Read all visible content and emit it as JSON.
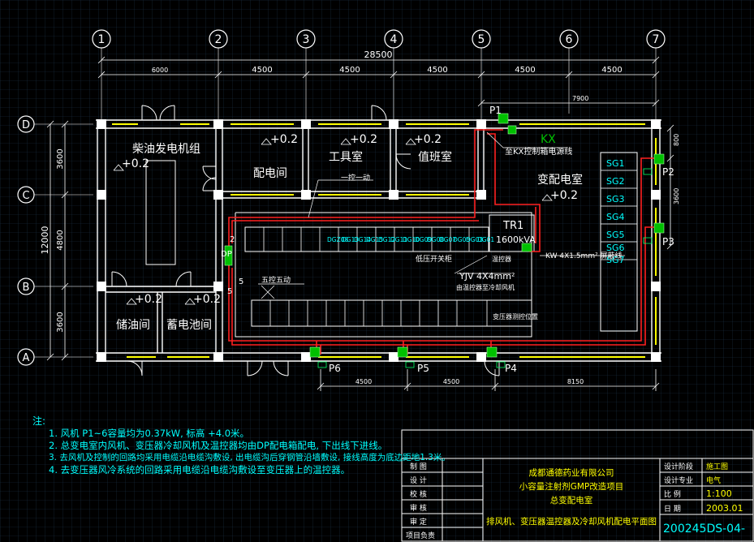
{
  "axes": {
    "columns": [
      "1",
      "2",
      "3",
      "4",
      "5",
      "6",
      "7"
    ],
    "rows": [
      "D",
      "C",
      "B",
      "A"
    ]
  },
  "dims": {
    "total_width": "28500",
    "spans": [
      "6000",
      "4500",
      "4500",
      "4500",
      "4500",
      "4500"
    ],
    "total_height": "12000",
    "row_spans": [
      "3600",
      "4800",
      "3600"
    ],
    "bottom_spans": [
      "4500",
      "4500",
      "8150"
    ],
    "top_right": "7900",
    "right_a": "800",
    "right_b": "3600"
  },
  "rooms": {
    "diesel": "柴油发电机组",
    "distribution": "配电间",
    "tools": "工具室",
    "duty": "值班室",
    "substation": "变配电室",
    "oil_storage": "储油间",
    "battery": "蓄电池间"
  },
  "levels": {
    "l1": "+0.2",
    "l2": "+0.2",
    "l3": "+0.2",
    "l4": "+0.2",
    "l5": "+0.2",
    "l6": "+0.2",
    "l7": "+0.2"
  },
  "labels": {
    "p1": "P1",
    "p2": "P2",
    "p3": "P3",
    "p4": "P4",
    "p5": "P5",
    "p6": "P6",
    "kx": "KX",
    "kx_cable": "至KX控制箱电源线",
    "dp": "DP",
    "yikong": "一控一动",
    "wukong": "五控五动",
    "tr1": "TR1",
    "tr1_cap": "1600kVA",
    "kw_cable": "KW 4X1.5mm² 屏蔽线",
    "temp_ctrl": "温控器",
    "yjv": "YJV 4X4mm²",
    "yjv_note": "由温控器至冷却风机",
    "lv_cabinet": "低压开关柜",
    "tr_monitor": "变压器测控位置",
    "num2": "2",
    "num5a": "5",
    "num5b": "5"
  },
  "switchgear": {
    "dg": [
      "DGZ08",
      "DG13",
      "DG14",
      "DG15",
      "DG12",
      "DG11",
      "DG10",
      "DG09",
      "DG08",
      "DG07",
      "DG05",
      "DG03",
      "DG01"
    ],
    "sg": [
      "SG1",
      "SG2",
      "SG3",
      "SG4",
      "SG5",
      "SG6",
      "SG7"
    ]
  },
  "notes": {
    "title": "注:",
    "items": [
      "1. 风机 P1~6容量均为0.37kW, 标高 +4.0米。",
      "2. 总变电室内风机、变压器冷却风机及温控器均由DP配电箱配电, 下出线下进线。",
      "3. 去风机及控制的回路均采用电缆沿电缆沟敷设, 出电缆沟后穿钢管沿墙敷设, 接线高度为底边距地1.3米。",
      "4. 去变压器风冷系统的回路采用电缆沿电缆沟敷设至变压器上的温控器。"
    ]
  },
  "title_block": {
    "roles": [
      "制 图",
      "设 计",
      "校 核",
      "审 核",
      "审 定",
      "项目负责"
    ],
    "company": "成都通德药业有限公司",
    "project": "小容量注射剂GMP改造项目",
    "subproject": "总变配电室",
    "drawing": "排风机、变压器温控器及冷却风机配电平面图",
    "stage_label": "设计阶段",
    "stage": "施工图",
    "discipline_label": "设计专业",
    "discipline": "电气",
    "scale_label": "比 例",
    "scale": "1:100",
    "date_label": "日 期",
    "date": "2003.01",
    "number": "200245DS-04-"
  },
  "colors": {
    "grid": "#1f3a52",
    "wall": "#ffffff",
    "cable": "#ff2020",
    "equipment": "#00c000",
    "window": "#ffff00",
    "cyan": "#00ffff"
  }
}
